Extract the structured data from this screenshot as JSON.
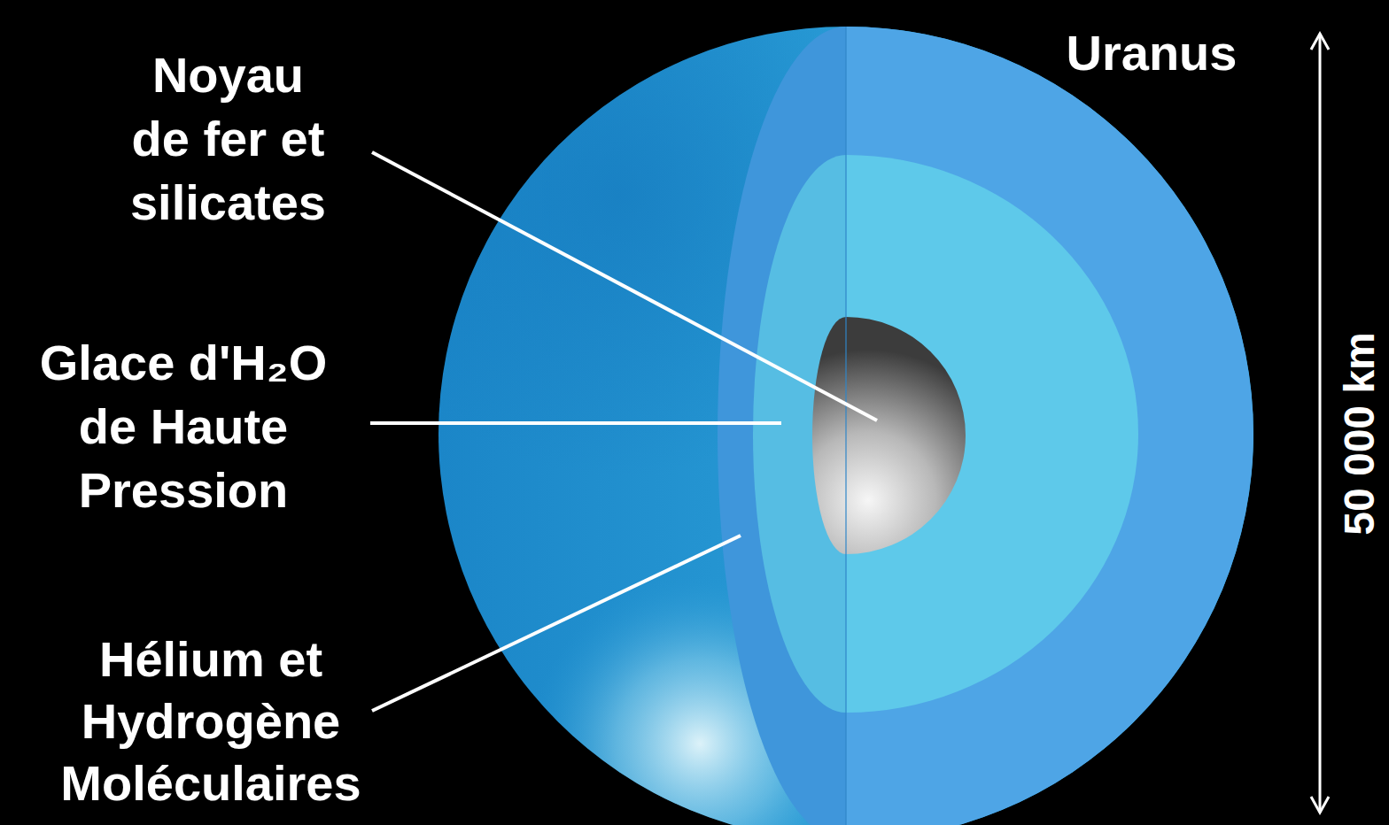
{
  "diagram": {
    "labels": [
      "Noyau de fer et silicates",
      "Glace d'H₂O de Haute Pression",
      "Hélium et Hydrogène Moléculaires",
      "Uranus",
      "50 000 km"
    ]
  }
}
